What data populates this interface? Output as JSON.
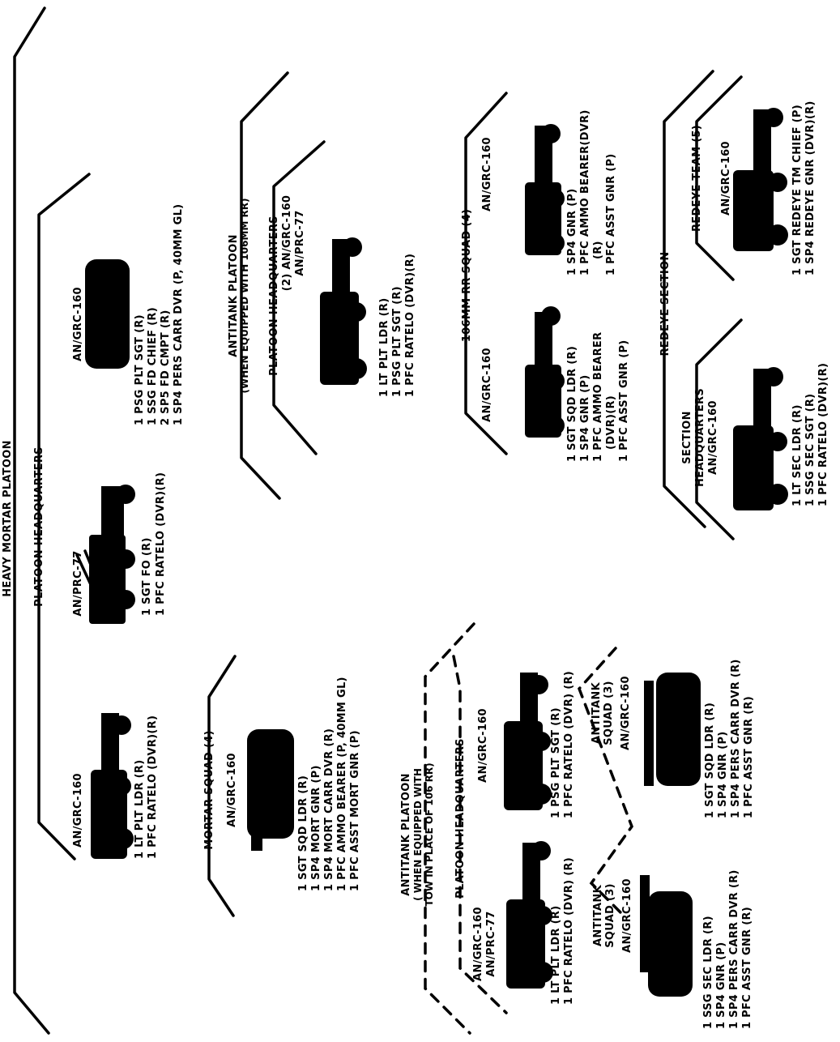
{
  "platoon": {
    "title": "HEAVY MORTAR PLATOON",
    "hq": {
      "title": "PLATOON HEADQUARTERS",
      "units": [
        {
          "radio": "AN/GRC-160",
          "personnel": [
            "1 LT PLT LDR (R)",
            "1 PFC RATELO (DVR)(R)"
          ]
        },
        {
          "radio": "AN/PRC-77",
          "personnel": [
            "1 SGT FO (R)",
            "1 PFC RATELO (DVR)(R)"
          ]
        },
        {
          "radio": "AN/GRC-160",
          "personnel": [
            "1 PSG PLT SGT (R)",
            "1 SSG FD CHIEF (R)",
            "2 SP5 FD CMPT (R)",
            "1 SP4 PERS CARR DVR (P, 40MM GL)"
          ]
        }
      ]
    },
    "mortar_squad": {
      "title": "MORTAR SQUAD (4)",
      "radio": "AN/GRC-160",
      "personnel": [
        "1 SGT SQD LDR (R)",
        "1 SP4 MORT GNR (P)",
        "1 SP4 MORT CARR DVR (R)",
        "1 PFC AMMO BEARER (P, 40MM GL)",
        "1 PFC ASST MORT GNR (P)"
      ]
    },
    "antitank_106": {
      "title_lines": [
        "ANTITANK PLATOON",
        "(WHEN EQUIPPED WITH 106MM RR)"
      ],
      "hq": {
        "title": "PLATOON HEADQUARTERS",
        "radios": [
          "(2) AN/GRC-160",
          "AN/PRC-77"
        ],
        "personnel": [
          "1 LT PLT LDR (R)",
          "1 PSG PLT SGT (R)",
          "1 PFC RATELO (DVR)(R)"
        ]
      },
      "rr_squad": {
        "title": "106MM RR SQUAD (4)",
        "units": [
          {
            "radio": "AN/GRC-160",
            "personnel": [
              "1 SGT SQD LDR (R)",
              "1 SP4 GNR (P)",
              "1 PFC AMMO BEARER",
              "(DVR)(R)",
              "1 PFC ASST GNR (P)"
            ]
          },
          {
            "radio": "AN/GRC-160",
            "personnel": [
              "1 SP4 GNR (P)",
              "1 PFC AMMO BEARER(DVR)",
              "(R)",
              "1 PFC ASST GNR (P)"
            ]
          }
        ]
      }
    },
    "redeye": {
      "title": "REDEYE SECTION",
      "hq": {
        "title_lines": [
          "SECTION",
          "HEADQUARTERS"
        ],
        "radio": "AN/GRC-160",
        "personnel": [
          "1 LT SEC LDR (R)",
          "1 SSG SEC SGT (R)",
          "1 PFC RATELO (DVR)(R)"
        ]
      },
      "team": {
        "title": "REDEYE TEAM (5)",
        "radio": "AN/GRC-160",
        "personnel": [
          "1 SGT REDEYE TM CHIEF (P)",
          "1 SP4 REDEYE GNR (DVR)(R)"
        ]
      }
    },
    "antitank_tow": {
      "title_lines": [
        "ANTITANK PLATOON",
        "( WHEN EQUIPPED WITH",
        "TOW IN PLACE OF 106 RR)"
      ],
      "hq": {
        "title": "PLATOON HEADQUARTERS",
        "units": [
          {
            "radios": [
              "AN/GRC-160",
              "AN/PRC-77"
            ],
            "personnel": [
              "1 LT PLT LDR (R)",
              "1 PFC RATELO (DVR) (R)"
            ]
          },
          {
            "radio": "AN/GRC-160",
            "personnel": [
              "1 PSG PLT SGT (R)",
              "1 PFC RATELO (DVR) (R)"
            ]
          }
        ]
      },
      "squads": [
        {
          "title_lines": [
            "ANTITANK",
            "SQUAD (3)"
          ],
          "radio": "AN/GRC-160",
          "personnel": [
            "1 SSG SEC LDR (R)",
            "1 SP4 GNR (P)",
            "1 SP4 PERS CARR DVR (R)",
            "1 PFC ASST GNR (R)"
          ]
        },
        {
          "title_lines": [
            "ANTITANK",
            "SQUAD (3)"
          ],
          "radio": "AN/GRC-160",
          "personnel": [
            "1 SGT SQD LDR (R)",
            "1 SP4 GNR (P)",
            "1 SP4 PERS CARR DVR (R)",
            "1 PFC ASST GNR (R)"
          ]
        }
      ]
    }
  },
  "colors": {
    "ink": "#000000",
    "paper": "#ffffff"
  },
  "icons": [
    "jeep-icon",
    "carrier-icon",
    "truck-icon",
    "jeep-recoilless-rifle-icon",
    "tow-carrier-icon"
  ]
}
